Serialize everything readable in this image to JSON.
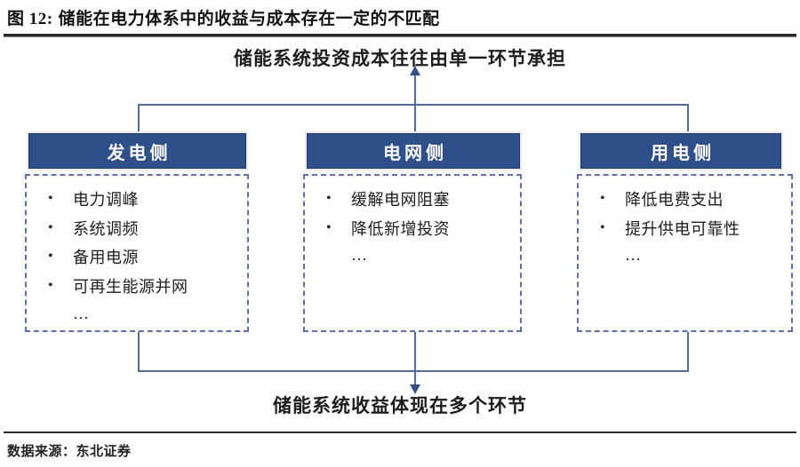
{
  "figure": {
    "number_label": "图 12:",
    "title": "储能在电力体系中的收益与成本存在一定的不匹配"
  },
  "top_caption": "储能系统投资成本往往由单一环节承担",
  "bottom_caption": "储能系统收益体现在多个环节",
  "columns": [
    {
      "header": "发电侧",
      "items": [
        "电力调峰",
        "系统调频",
        "备用电源",
        "可再生能源并网"
      ],
      "ellipsis": "…"
    },
    {
      "header": "电网侧",
      "items": [
        "缓解电网阻塞",
        "降低新增投资"
      ],
      "ellipsis": "…"
    },
    {
      "header": "用电侧",
      "items": [
        "降低电费支出",
        "提升供电可靠性"
      ],
      "ellipsis": "…"
    }
  ],
  "bullet_glyph": "•",
  "source": "数据来源：东北证券",
  "colors": {
    "header_box": "#2e4f8a",
    "connector": "#4f6ba3",
    "arrow": "#33508c",
    "dashed_border": "#5d72ab",
    "rule": "#2b2b2b"
  }
}
